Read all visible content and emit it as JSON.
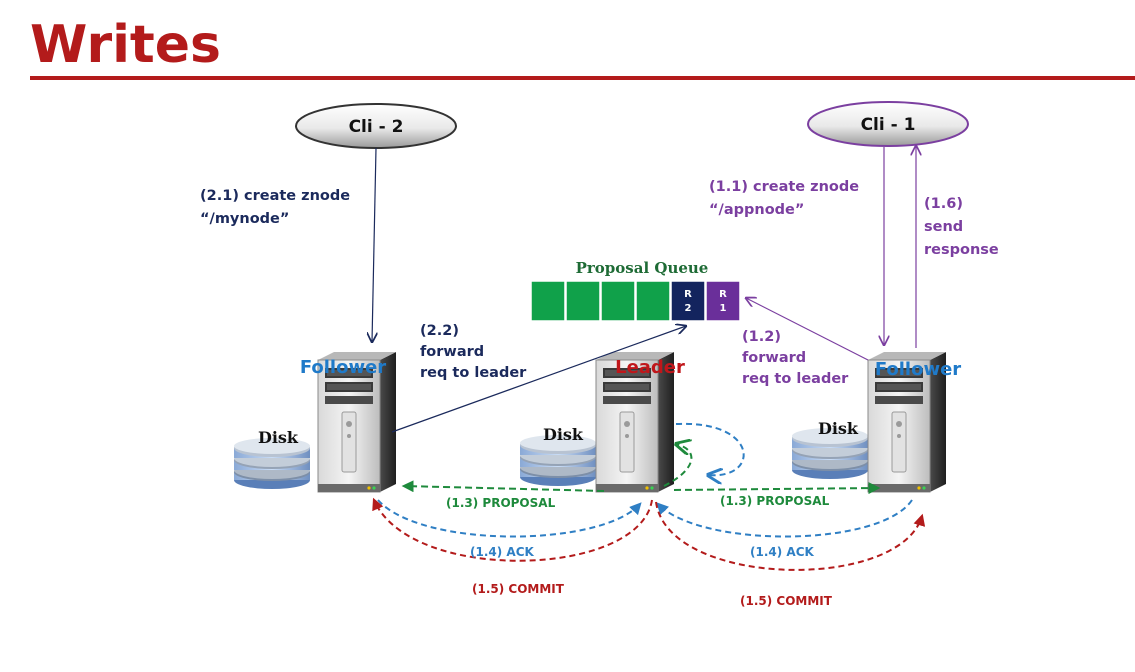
{
  "title": "Writes",
  "colors": {
    "title": "#b31b1b",
    "navy": "#1b2a5c",
    "purple": "#7b3fa0",
    "green": "#1e8a3c",
    "blue": "#2f7fc4",
    "red": "#b31b1b",
    "queue_green": "#10a14a",
    "queue_navy": "#13245e",
    "queue_purple": "#6a2f9a"
  },
  "clients": [
    {
      "label": "Cli - 2"
    },
    {
      "label": "Cli - 1"
    }
  ],
  "nodes": {
    "left_role": "Follower",
    "center_role": "Leader",
    "right_role": "Follower",
    "disk_label": "Disk"
  },
  "proposal_queue": {
    "label": "Proposal Queue",
    "cells": [
      {
        "kind": "empty",
        "color": "queue_green",
        "line1": "",
        "line2": ""
      },
      {
        "kind": "empty",
        "color": "queue_green",
        "line1": "",
        "line2": ""
      },
      {
        "kind": "empty",
        "color": "queue_green",
        "line1": "",
        "line2": ""
      },
      {
        "kind": "empty",
        "color": "queue_green",
        "line1": "",
        "line2": ""
      },
      {
        "kind": "request",
        "color": "queue_navy",
        "line1": "R",
        "line2": "2"
      },
      {
        "kind": "request",
        "color": "queue_purple",
        "line1": "R",
        "line2": "1"
      }
    ]
  },
  "steps": {
    "s2_1": {
      "line1": "(2.1) create znode",
      "line2": "“/mynode”"
    },
    "s2_2": {
      "line1": "(2.2)",
      "line2": "forward",
      "line3": "req to leader"
    },
    "s1_1": {
      "line1": "(1.1) create znode",
      "line2": "“/appnode”"
    },
    "s1_2": {
      "line1": "(1.2)",
      "line2": "forward",
      "line3": "req to leader"
    },
    "s1_6": {
      "line1": "(1.6)",
      "line2": "send",
      "line3": "response"
    },
    "proposal_left": "(1.3) PROPOSAL",
    "proposal_right": "(1.3) PROPOSAL",
    "ack_left": "(1.4) ACK",
    "ack_right": "(1.4) ACK",
    "commit_left": "(1.5) COMMIT",
    "commit_right": "(1.5) COMMIT"
  }
}
